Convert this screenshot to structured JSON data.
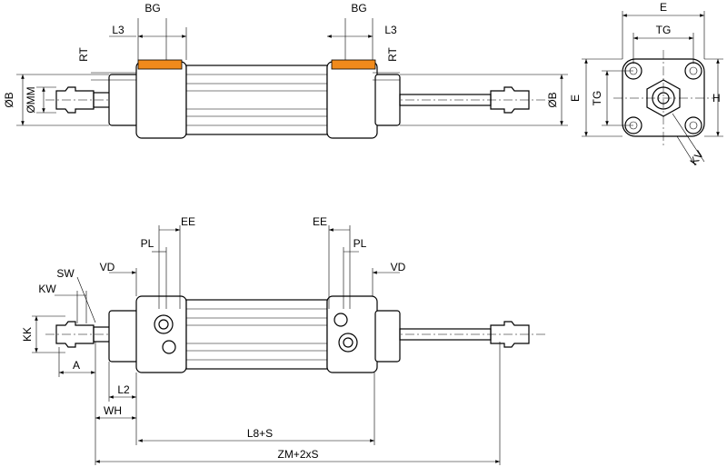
{
  "title": "Pneumatic cylinder dimension drawing",
  "labels": {
    "bg_left": "BG",
    "bg_right": "BG",
    "l3_left": "L3",
    "l3_right": "L3",
    "rt_left": "RT",
    "rt_right": "RT",
    "ob_left": "ØB",
    "omm": "ØMM",
    "ob_right": "ØB",
    "e_top": "E",
    "tg_top": "TG",
    "e_side": "E",
    "tg_side": "TG",
    "h": "H",
    "kv": "KV",
    "ee_left": "EE",
    "ee_right": "EE",
    "pl_left": "PL",
    "pl_right": "PL",
    "vd_left": "VD",
    "vd_right": "VD",
    "sw": "SW",
    "kw": "KW",
    "kk": "KK",
    "a": "A",
    "l2": "L2",
    "wh": "WH",
    "l8": "L8+S",
    "zm": "ZM+2xS"
  },
  "colors": {
    "seal_accent": "#f08a1c"
  }
}
